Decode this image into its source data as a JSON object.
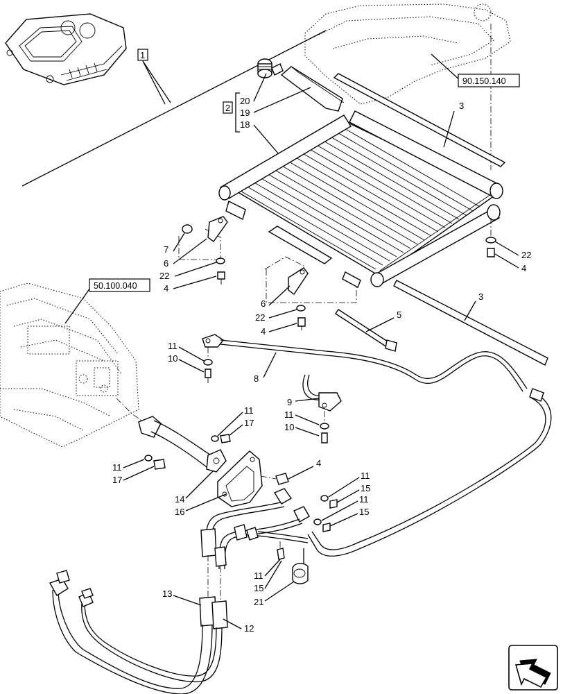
{
  "callouts": {
    "c1": "1",
    "c2": "2",
    "c3a": "3",
    "c3b": "3",
    "c4a": "4",
    "c4b": "4",
    "c4c": "4",
    "c4d": "4",
    "c5": "5",
    "c6a": "6",
    "c6b": "6",
    "c7": "7",
    "c8": "8",
    "c9": "9",
    "c10a": "10",
    "c10b": "10",
    "c11a": "11",
    "c11b": "11",
    "c11c": "11",
    "c11d": "11",
    "c11e": "11",
    "c11f": "11",
    "c11g": "11",
    "c12": "12",
    "c13": "13",
    "c14": "14",
    "c15a": "15",
    "c15b": "15",
    "c15c": "15",
    "c16": "16",
    "c17a": "17",
    "c17b": "17",
    "c18": "18",
    "c19": "19",
    "c20": "20",
    "c21": "21",
    "c22a": "22",
    "c22b": "22",
    "c22c": "22"
  },
  "references": {
    "ref_top": "90.150.140",
    "ref_left": "50.100.040"
  },
  "icons": {
    "nav": "arrow-icon"
  }
}
